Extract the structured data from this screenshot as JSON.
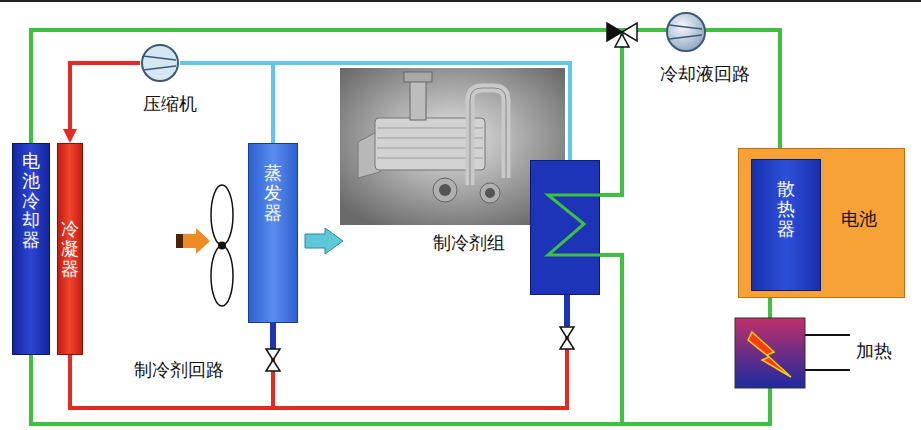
{
  "diagram": {
    "nodes": [
      {
        "text": [
          "电池冷却器"
        ]
      },
      {
        "text": [
          "冷凝器"
        ]
      },
      {
        "text": [
          "压缩机"
        ]
      },
      {
        "text": [
          "蒸发器"
        ]
      },
      {
        "text": [
          "制冷剂组"
        ]
      },
      {
        "text": [
          "电池"
        ]
      },
      {
        "text": [
          "散热器"
        ],
        "in": 5
      }
    ],
    "edges": [
      {
        "from": 2,
        "to": 1,
        "arrow": "to"
      },
      {
        "from": 3,
        "to": 2,
        "arrow": "none"
      },
      {
        "from": 4,
        "to": 2,
        "arrow": "none"
      },
      {
        "from": 1,
        "to": 3,
        "arrow": "none"
      },
      {
        "from": 1,
        "to": 4,
        "arrow": "none"
      },
      {
        "from": 0,
        "to": 5,
        "arrow": "none"
      },
      {
        "from": 4,
        "to": 5,
        "arrow": "none"
      },
      {
        "from": 5,
        "to": 0,
        "arrow": "none"
      },
      {
        "from": 5,
        "to": 4,
        "arrow": "none"
      }
    ],
    "labels": [
      "制冷剂回路",
      "冷却液回路",
      "加热"
    ]
  }
}
